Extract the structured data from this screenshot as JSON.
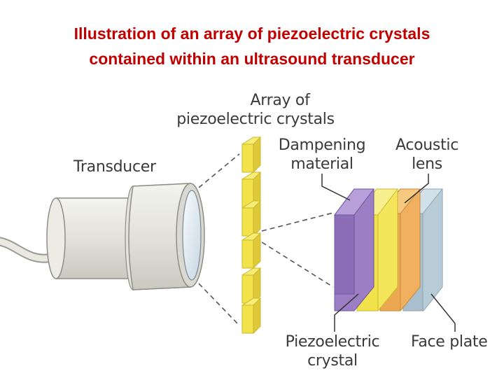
{
  "title": {
    "line1": "Illustration of an array of piezoelectric crystals",
    "line2": "contained within an ultrasound transducer"
  },
  "labels": {
    "array_line1": "Array of",
    "array_line2": "piezoelectric crystals",
    "transducer": "Transducer",
    "dampening_line1": "Dampening",
    "dampening_line2": "material",
    "acoustic_line1": "Acoustic",
    "acoustic_line2": "lens",
    "piezo_line1": "Piezoelectric",
    "piezo_line2": "crystal",
    "faceplate": "Face plate"
  },
  "colors": {
    "title": "#c00000",
    "crystal": "#f2e34a",
    "dampening": "#9b7ec3",
    "piezo_layer": "#f3e65a",
    "lens": "#f0b060",
    "faceplate": "#b8ccd8",
    "transducer_body": "#e6e6df"
  }
}
